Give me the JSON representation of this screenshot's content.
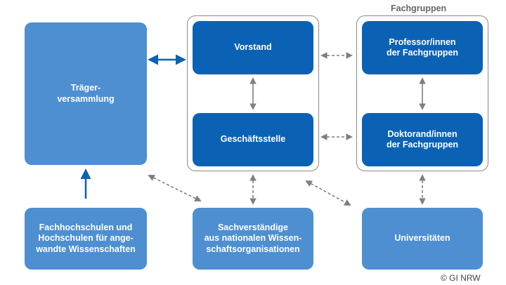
{
  "group_title": "Fachgruppen",
  "boxes": {
    "traeger": "Träger-\nversammlung",
    "vorstand": "Vorstand",
    "geschaeftsstelle": "Geschäftsstelle",
    "professor": "Professor/innen\nder Fachgruppen",
    "doktorand": "Doktorand/innen\nder Fachgruppen",
    "fachhochschulen": "Fachhochschulen und\nHochschulen für ange-\nwandte Wissenschaften",
    "sachverstaendige": "Sachverständige\naus nationalen Wissen-\nschaftsorganisationen",
    "universitaeten": "Universitäten"
  },
  "copyright": "© GI NRW",
  "colors": {
    "light_box": "#4d8fd1",
    "dark_box": "#0b62b5",
    "frame": "#8a8a8a",
    "dashed_arrow": "#7f7f7f",
    "solid_arrow": "#0b62b5"
  }
}
